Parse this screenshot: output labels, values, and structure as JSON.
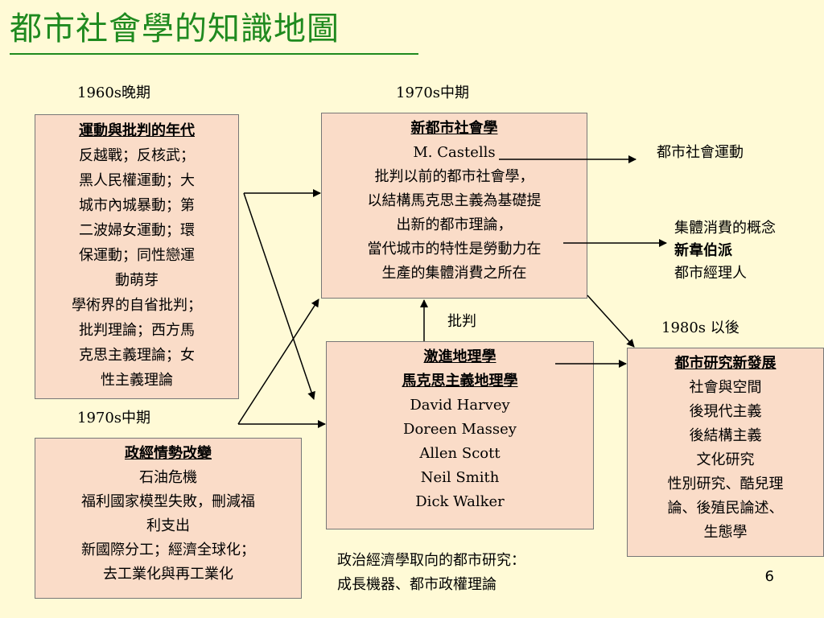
{
  "title": "都市社會學的知識地圖",
  "periods": {
    "late1960s": "1960s晚期",
    "mid1970s_top": "1970s中期",
    "mid1970s_bottom": "1970s中期",
    "after1980s": "1980s 以後"
  },
  "box_movement": {
    "heading": "運動與批判的年代",
    "lines": [
      "反越戰；反核武；",
      "黑人民權運動；大",
      "城市內城暴動；第",
      "二波婦女運動；環",
      "保運動；同性戀運",
      "動萌芽",
      "學術界的自省批判；",
      "批判理論；西方馬",
      "克思主義理論；女",
      "性主義理論"
    ]
  },
  "box_new_urban": {
    "heading": "新都市社會學",
    "lines": [
      "M. Castells",
      "批判以前的都市社會學，",
      "以結構馬克思主義為基礎提",
      "出新的都市理論，",
      "當代城市的特性是勞動力在",
      "生產的集體消費之所在"
    ]
  },
  "box_radical": {
    "heading1": "激進地理學",
    "heading2": "馬克思主義地理學",
    "lines": [
      "David Harvey",
      "Doreen Massey",
      "Allen Scott",
      "Neil Smith",
      "Dick Walker"
    ]
  },
  "box_political": {
    "heading": "政經情勢改變",
    "lines": [
      "石油危機",
      "福利國家模型失敗，刪減福",
      "利支出",
      "新國際分工；經濟全球化；",
      "去工業化與再工業化"
    ]
  },
  "box_urban_dev": {
    "heading": "都市研究新發展",
    "lines": [
      "社會與空間",
      "後現代主義",
      "後結構主義",
      "文化研究",
      "性別研究、酷兒理",
      "論、後殖民論述、",
      "生態學"
    ]
  },
  "side_urban_movement": "都市社會運動",
  "side_consumption": {
    "line1": "集體消費的概念",
    "line2": "新韋伯派",
    "line3": "都市經理人"
  },
  "critique_label": "批判",
  "bottom_note": {
    "line1": "政治經濟學取向的都市研究：",
    "line2": "成長機器、都市政權理論"
  },
  "page_number": "6",
  "colors": {
    "title": "#1f8a1f",
    "box_fill": "#fadcc8",
    "background": "#fffad6"
  }
}
